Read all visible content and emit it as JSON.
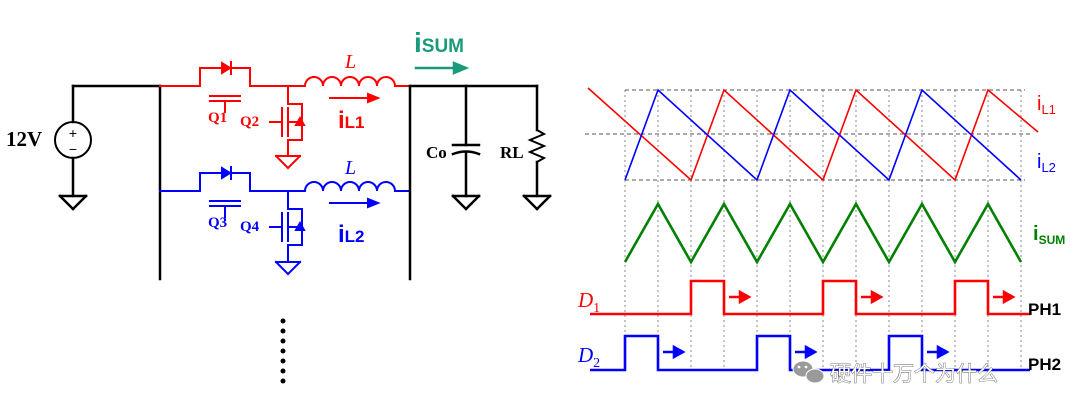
{
  "colors": {
    "black": "#000000",
    "phase1": "#ff0000",
    "phase2": "#0000ff",
    "sum": "#008000",
    "sum_arrow": "#1a9a7a",
    "dashed": "#666666"
  },
  "circuit": {
    "source_label": "12V",
    "source_plus": "+",
    "source_minus": "−",
    "isum_main": "i",
    "isum_sub": "SUM",
    "inductor_1": "L",
    "inductor_2": "L",
    "il1_main": "i",
    "il1_sub": "L1",
    "il2_main": "i",
    "il2_sub": "L2",
    "q1": "Q1",
    "q2": "Q2",
    "q3": "Q3",
    "q4": "Q4",
    "cap_label": "Co",
    "load_label": "RL"
  },
  "waveforms": {
    "il1_main": "i",
    "il1_sub": "L1",
    "il2_main": "i",
    "il2_sub": "L2",
    "isum_main": "i",
    "isum_sub": "SUM",
    "d1_main": "D",
    "d1_sub": "1",
    "d2_main": "D",
    "d2_sub": "2",
    "ph1": "PH1",
    "ph2": "PH2"
  },
  "watermark": {
    "text": "硬件十万个为什么",
    "icon": "wechat-icon"
  }
}
